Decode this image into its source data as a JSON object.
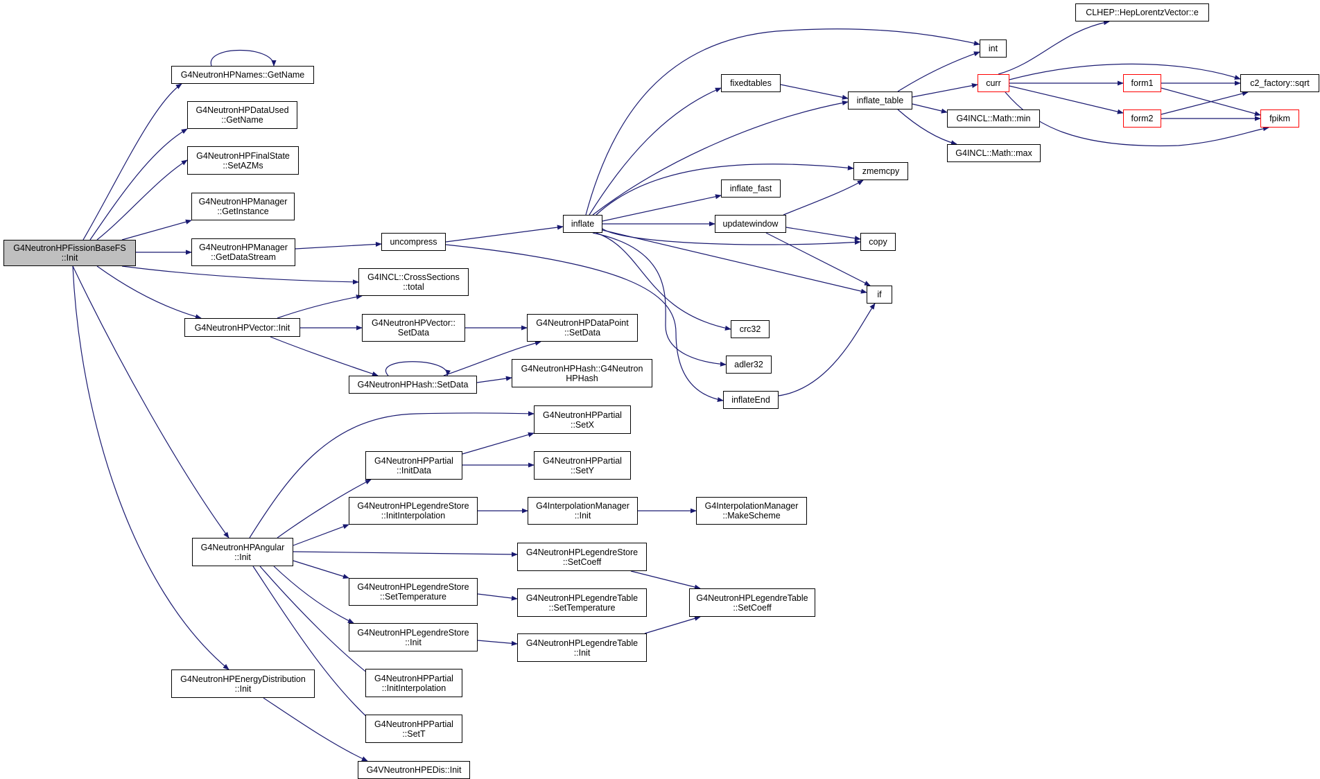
{
  "nodes": {
    "root": {
      "label": "G4NeutronHPFissionBaseFS\n::Init"
    },
    "getName1": {
      "label": "G4NeutronHPNames::GetName"
    },
    "dataUsedGetName": {
      "label": "G4NeutronHPDataUsed\n::GetName"
    },
    "setAZMs": {
      "label": "G4NeutronHPFinalState\n::SetAZMs"
    },
    "getInstance": {
      "label": "G4NeutronHPManager\n::GetInstance"
    },
    "getDataStream": {
      "label": "G4NeutronHPManager\n::GetDataStream"
    },
    "csTotal": {
      "label": "G4INCL::CrossSections\n::total"
    },
    "vectorInit": {
      "label": "G4NeutronHPVector::Init"
    },
    "vectorSetData": {
      "label": "G4NeutronHPVector::\nSetData"
    },
    "dataPointSetData": {
      "label": "G4NeutronHPDataPoint\n::SetData"
    },
    "hashSetData": {
      "label": "G4NeutronHPHash::SetData"
    },
    "hashCtor": {
      "label": "G4NeutronHPHash::G4Neutron\nHPHash"
    },
    "uncompress": {
      "label": "uncompress"
    },
    "inflate": {
      "label": "inflate"
    },
    "fixedtables": {
      "label": "fixedtables"
    },
    "inflateTable": {
      "label": "inflate_table"
    },
    "intNode": {
      "label": "int"
    },
    "curr": {
      "label": "curr"
    },
    "heplv": {
      "label": "CLHEP::HepLorentzVector::e"
    },
    "form1": {
      "label": "form1"
    },
    "form2": {
      "label": "form2"
    },
    "sqrt": {
      "label": "c2_factory::sqrt"
    },
    "fpikm": {
      "label": "fpikm"
    },
    "mathMin": {
      "label": "G4INCL::Math::min"
    },
    "mathMax": {
      "label": "G4INCL::Math::max"
    },
    "zmemcpy": {
      "label": "zmemcpy"
    },
    "inflateFast": {
      "label": "inflate_fast"
    },
    "updatewindow": {
      "label": "updatewindow"
    },
    "copy": {
      "label": "copy"
    },
    "ifNode": {
      "label": "if"
    },
    "crc32": {
      "label": "crc32"
    },
    "adler32": {
      "label": "adler32"
    },
    "inflateEnd": {
      "label": "inflateEnd"
    },
    "angularInit": {
      "label": "G4NeutronHPAngular\n::Init"
    },
    "partialSetX": {
      "label": "G4NeutronHPPartial\n::SetX"
    },
    "partialInitData": {
      "label": "G4NeutronHPPartial\n::InitData"
    },
    "partialSetY": {
      "label": "G4NeutronHPPartial\n::SetY"
    },
    "lsInitInterp": {
      "label": "G4NeutronHPLegendreStore\n::InitInterpolation"
    },
    "imInit": {
      "label": "G4InterpolationManager\n::Init"
    },
    "imMakeScheme": {
      "label": "G4InterpolationManager\n::MakeScheme"
    },
    "lsSetCoeff": {
      "label": "G4NeutronHPLegendreStore\n::SetCoeff"
    },
    "ltSetCoeff": {
      "label": "G4NeutronHPLegendreTable\n::SetCoeff"
    },
    "lsSetTemp": {
      "label": "G4NeutronHPLegendreStore\n::SetTemperature"
    },
    "ltSetTemp": {
      "label": "G4NeutronHPLegendreTable\n::SetTemperature"
    },
    "lsInit": {
      "label": "G4NeutronHPLegendreStore\n::Init"
    },
    "ltInit": {
      "label": "G4NeutronHPLegendreTable\n::Init"
    },
    "partialInitInterp": {
      "label": "G4NeutronHPPartial\n::InitInterpolation"
    },
    "partialSetT": {
      "label": "G4NeutronHPPartial\n::SetT"
    },
    "energyDistInit": {
      "label": "G4NeutronHPEnergyDistribution\n::Init"
    },
    "edisInit": {
      "label": "G4VNeutronHPEDis::Init"
    }
  },
  "colors": {
    "edge": "#191970",
    "outline_red": "#ff0000",
    "root_fill": "#bfbfbf"
  }
}
